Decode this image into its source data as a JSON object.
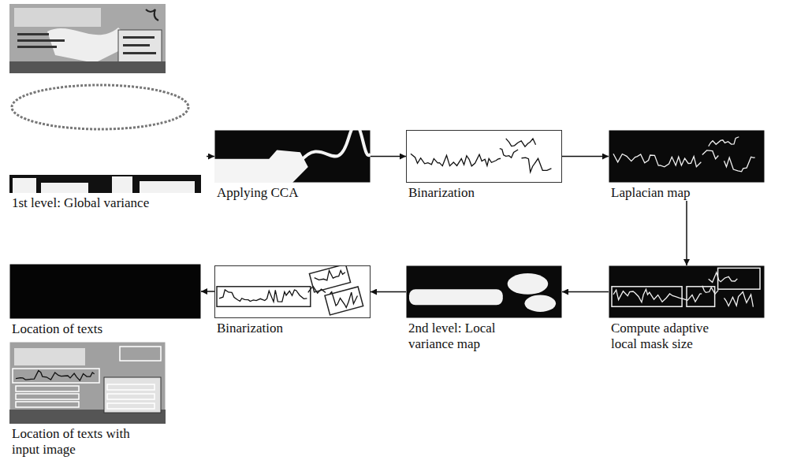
{
  "diagram": {
    "nodes": [
      {
        "text": [
          "1st level: Global variance"
        ]
      },
      {
        "text": [
          "Applying CCA"
        ]
      },
      {
        "text": [
          "Binarization"
        ]
      },
      {
        "text": [
          "Laplacian map"
        ]
      },
      {
        "text": [
          "Compute adaptive local mask size"
        ]
      },
      {
        "text": [
          "2nd level: Local variance map"
        ]
      },
      {
        "text": [
          "Binarization"
        ]
      },
      {
        "text": [
          "Location of texts"
        ]
      },
      {
        "text": [
          "Location of texts with input image"
        ]
      }
    ],
    "edges": [
      {
        "from": 0,
        "to": 1,
        "arrow": "to"
      },
      {
        "from": 1,
        "to": 2,
        "arrow": "to"
      },
      {
        "from": 2,
        "to": 3,
        "arrow": "to"
      },
      {
        "from": 3,
        "to": 4,
        "arrow": "to"
      },
      {
        "from": 4,
        "to": 5,
        "arrow": "to"
      },
      {
        "from": 5,
        "to": 6,
        "arrow": "to"
      },
      {
        "from": 6,
        "to": 7,
        "arrow": "to"
      }
    ]
  }
}
